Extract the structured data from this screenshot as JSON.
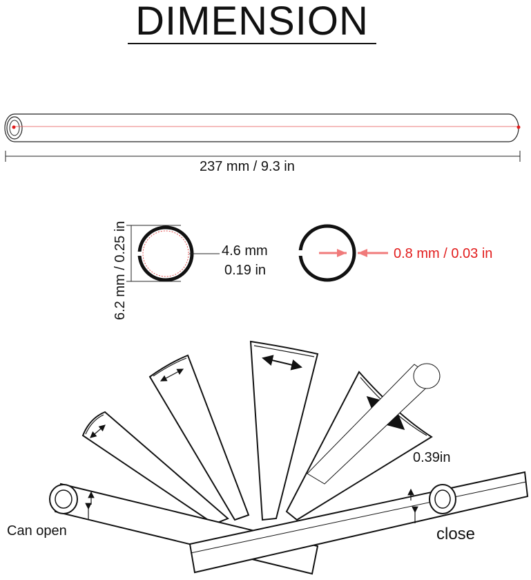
{
  "title": "DIMENSION",
  "length_label": "237 mm / 9.3 in",
  "outer_diameter_label": "6.2 mm / 0.25 in",
  "inner_diameter_mm": "4.6 mm",
  "inner_diameter_in": "0.19 in",
  "wall_thickness_label": "0.8 mm / 0.03 in",
  "flare_label": "0.39in",
  "can_open_label": "Can open",
  "close_label": "close",
  "colors": {
    "accent_red": "#e21d1d",
    "line": "#111111"
  }
}
